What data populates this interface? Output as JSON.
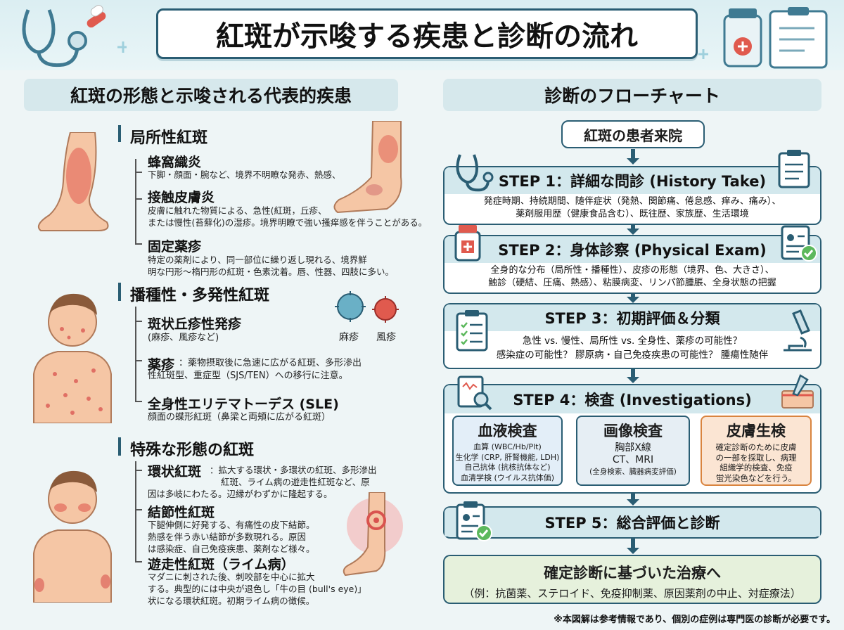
{
  "title": "紅斑が示唆する疾患と診断の流れ",
  "left": {
    "header": "紅斑の形態と示唆される代表的疾患",
    "categories": [
      {
        "title": "局所性紅斑",
        "items": [
          {
            "name": "蜂窩織炎",
            "desc": [
              "下脚・顔面・腕など、境界不明瞭な発赤、熱感、"
            ]
          },
          {
            "name": "接触皮膚炎",
            "desc": [
              "皮膚に触れた物質による、急性(紅斑，丘疹、",
              "または慢性(苔蘚化)の湿疹。境界明瞭で強い搔痒感を伴うことがある。"
            ]
          },
          {
            "name": "固定薬疹",
            "desc": [
              "特定の薬剤により、同一部位に繰り返し現れる、境界鮮",
              "明な円形～楕円形の紅斑・色素沈着。唇、性器、四肢に多い。"
            ]
          }
        ]
      },
      {
        "title": "播種性・多発性紅斑",
        "items": [
          {
            "name": "斑状丘疹性発疹",
            "desc": [
              "(麻疹、風疹など)"
            ]
          },
          {
            "name": "薬疹",
            "inline": "：薬物摂取後に急速に広がる紅斑、多形滲出",
            "desc": [
              "性紅斑型、重症型（SJS/TEN）への移行に注意。"
            ]
          },
          {
            "name": "全身性エリテマトーデス (SLE)",
            "desc": [
              "顔面の蝶形紅斑（鼻梁と両頬に広がる紅斑）"
            ]
          }
        ],
        "virus_labels": [
          "麻疹",
          "風疹"
        ]
      },
      {
        "title": "特殊な形態の紅斑",
        "items": [
          {
            "name": "環状紅斑",
            "inline": "：拡大する環状・多環状の紅斑、多形滲出",
            "desc": [
              "紅斑、ライム病の遊走性紅斑など、原",
              "因は多岐にわたる。辺縁がわずかに隆起する。"
            ]
          },
          {
            "name": "結節性紅斑",
            "desc": [
              "下腿伸側に好発する、有痛性の皮下結節。",
              "熱感を伴う赤い結節が多数現れる。原因",
              "は感染症、自己免疫疾患、薬剤など様々。"
            ]
          },
          {
            "name": "遊走性紅斑（ライム病）",
            "desc": [
              "マダニに刺された後、刺咬部を中心に拡大",
              "する。典型的には中央が退色し「牛の目 (bull's eye)」",
              "状になる環状紅斑。初期ライム病の徴候。"
            ]
          }
        ]
      }
    ]
  },
  "right": {
    "header": "診断のフローチャート",
    "start": "紅斑の患者来院",
    "steps": [
      {
        "title": "STEP 1：詳細な問診 (History Take)",
        "body": [
          "発症時期、持続期間、随伴症状（発熱、関節痛、倦怠感、痒み、痛み）、",
          "薬剤服用歴（健康食品含む）、既往歴、家族歴、生活環境"
        ]
      },
      {
        "title": "STEP 2：身体診察 (Physical Exam)",
        "body": [
          "全身的な分布（局所性・播種性）、皮疹の形態（境界、色、大きさ）、",
          "触診（硬結、圧痛、熱感）、粘膜病変、リンパ節腫脹、全身状態の把握"
        ]
      },
      {
        "title": "STEP 3：初期評価＆分類",
        "body": [
          "急性 vs. 慢性、局所性 vs. 全身性、薬疹の可能性？",
          "感染症の可能性？ 膠原病・自己免疫疾患の可能性？ 腫瘍性随伴"
        ]
      },
      {
        "title": "STEP 4：検査 (Investigations)",
        "body": []
      },
      {
        "title": "STEP 5：総合評価と診断",
        "body": []
      }
    ],
    "tests": [
      {
        "title": "血液検査",
        "body": [
          "血算 (WBC/Hb/Plt)",
          "生化学 (CRP, 肝腎機能, LDH)",
          "自己抗体 (抗核抗体など)",
          "血清学検 (ウイルス抗体価)"
        ],
        "color": "#e3eef8"
      },
      {
        "title": "画像検査",
        "body": [
          "胸部X線",
          "CT、MRI",
          "(全身検索、臓器病変評価)"
        ],
        "color": "#e6eef4"
      },
      {
        "title": "皮膚生検",
        "body": [
          "確定診断のために皮膚",
          "の一部を採取し、病理",
          "組織学的検査、免疫",
          "蛍光染色などを行う。"
        ],
        "color": "#fbe5d3"
      }
    ],
    "final": {
      "title": "確定診断に基づいた治療へ",
      "body": "（例：抗菌薬、ステロイド、免疫抑制薬、原因薬剤の中止、対症療法）"
    }
  },
  "footnote": "※本図解は参考情報であり、個別の症例は専門医の診断が必要です。",
  "colors": {
    "accent": "#2a5d73",
    "panel": "#d3e8ed",
    "erythema": "#d9534f",
    "skin": "#f5c6a5"
  }
}
